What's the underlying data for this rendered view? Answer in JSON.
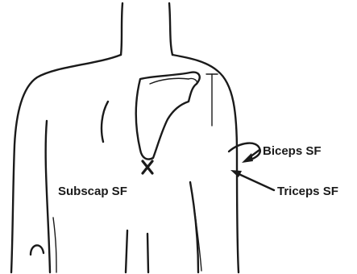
{
  "labels": {
    "subscap": "Subscap SF",
    "biceps": "Biceps SF",
    "triceps": "Triceps SF"
  },
  "marker": "x"
}
